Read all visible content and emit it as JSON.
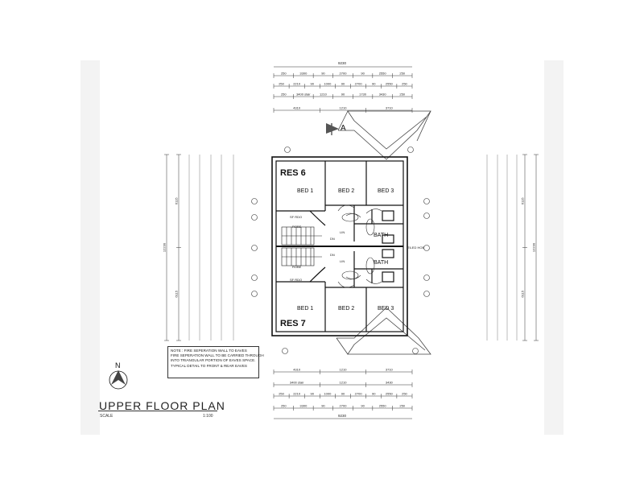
{
  "title": "UPPER FLOOR PLAN",
  "scale_label": "SCALE",
  "scale_value": "1:100",
  "north": "N",
  "section_marker": "A",
  "units": [
    {
      "name": "RES 6",
      "rooms": [
        "BED 1",
        "BED 2",
        "BED 3",
        "BATH"
      ]
    },
    {
      "name": "RES 7",
      "rooms": [
        "BED 1",
        "BED 2",
        "BED 3",
        "BATH"
      ]
    }
  ],
  "annotations": [
    "TILED HOB",
    "ROBE",
    "ROBE",
    "DN",
    "DN",
    "LIN",
    "LIN",
    "SF RDO",
    "SF RDO",
    "1810 HIGH"
  ],
  "note": [
    "NOTE : FIRE SEPERATION WALL TO EAVES",
    "FIRE SEPERATION WALL TO BE CARRIED THROUGH",
    "INTO TRIANGULAR PORTION OF EAVES SPACE.",
    "TYPICAL DETAIL TO FRONT & REAR EAVES"
  ],
  "dims": {
    "top": {
      "overall": "9230",
      "row1": [
        "250",
        "3300",
        "90",
        "2700",
        "90",
        "2550",
        "250"
      ],
      "row2": [
        "250",
        "2210",
        "90",
        "1000",
        "90",
        "2700",
        "90",
        "2550",
        "250"
      ],
      "row3": [
        "250",
        "3400 stair",
        "1210",
        "90",
        "1730",
        "3430",
        "250"
      ],
      "row4": [
        "4310",
        "1210",
        "3710"
      ]
    },
    "bottom": {
      "row1": [
        "4310",
        "1210",
        "3710"
      ],
      "row2": [
        "3400 stair",
        "1210",
        "3430"
      ],
      "row3": [
        "250",
        "2210",
        "90",
        "1000",
        "90",
        "2700",
        "90",
        "2550",
        "250"
      ],
      "row4": [
        "250",
        "3300",
        "90",
        "2700",
        "90",
        "2550",
        "250"
      ],
      "overall": "9230"
    },
    "left": {
      "overall": "12230",
      "parts": [
        "6115",
        "6115"
      ]
    },
    "right": {
      "overall": "12230",
      "parts": [
        "6115",
        "6115"
      ]
    }
  }
}
